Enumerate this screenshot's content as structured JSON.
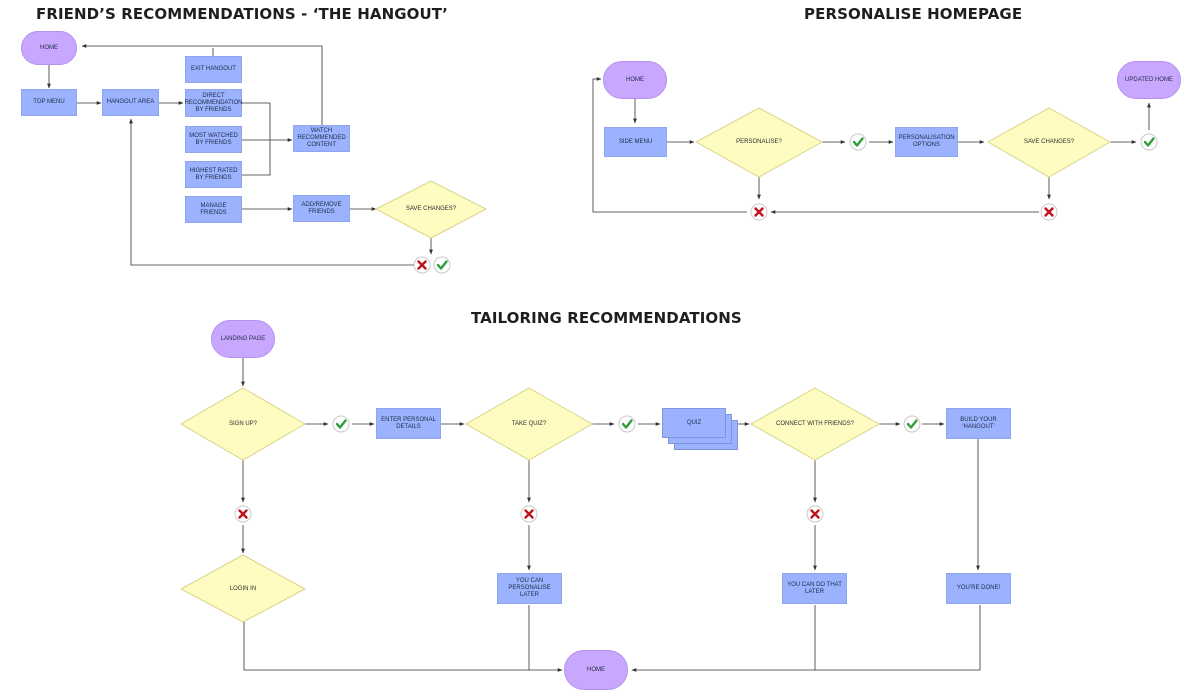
{
  "titles": {
    "hangout": "FRIEND’S RECOMMENDATIONS - ‘THE HANGOUT’",
    "personalise": "PERSONALISE HOMEPAGE",
    "tailoring": "TAILORING RECOMMENDATIONS"
  },
  "hangout": {
    "home": "HOME",
    "top_menu": "TOP MENU",
    "hangout_area": "HANGOUT AREA",
    "exit_hangout": "EXIT HANGOUT",
    "direct_rec": "DIRECT\nRECOMMENDATION\nBY FRIENDS",
    "most_watched": "MOST WATCHED\nBY FRIENDS",
    "highest_rated": "HIGHEST RATED\nBY FRIENDS",
    "manage_friends": "MANAGE FRIENDS",
    "watch_content": "WATCH\nRECOMMENDED\nCONTENT",
    "add_remove": "ADD/REMOVE\nFRIENDS",
    "save_changes": "SAVE CHANGES?"
  },
  "personalise": {
    "home": "HOME",
    "side_menu": "SIDE MENU",
    "personalise_q": "PERSONALISE?",
    "options": "PERSONALISATION\nOPTIONS",
    "save_changes": "SAVE CHANGES?",
    "updated_home": "UPDATED HOME"
  },
  "tailoring": {
    "landing": "LANDING PAGE",
    "signup_q": "SIGN UP?",
    "enter_details": "ENTER PERSONAL\nDETAILS",
    "quiz_q": "TAKE QUIZ?",
    "quiz": "QUIZ",
    "connect_q": "CONNECT WITH FRIENDS?",
    "build_hangout": "BUILD YOUR\n‘HANGOUT’",
    "login": "LOGIN IN",
    "personalise_later": "YOU CAN\nPERSONALISE LATER",
    "do_later": "YOU CAN DO THAT\nLATER",
    "done": "YOU’RE DONE!",
    "home": "HOME"
  },
  "colors": {
    "process": "#9bb3ff",
    "terminal": "#c8a8ff",
    "decision": "#fffcc2",
    "yes": "#2e9e3a",
    "no": "#c0141c"
  },
  "icons": [
    "check-icon",
    "cross-icon"
  ]
}
